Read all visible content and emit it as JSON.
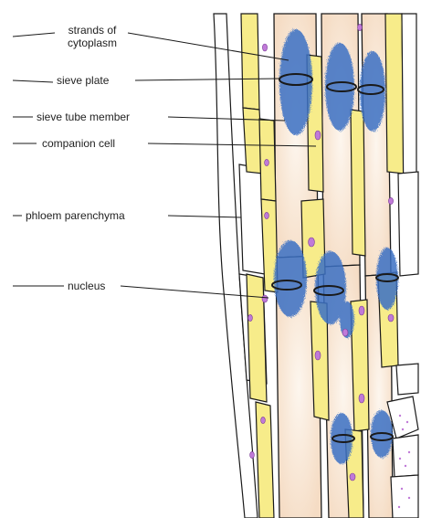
{
  "labels": {
    "strands_of_cytoplasm": "strands of cytoplasm",
    "sieve_plate": "sieve plate",
    "sieve_tube_member": "sieve tube member",
    "companion_cell": "companion cell",
    "phloem_parenchyma": "phloem parenchyma",
    "nucleus": "nucleus"
  },
  "colors": {
    "companion_cell_fill": "#f7ec8a",
    "sieve_tube_fill": "#fbeee3",
    "cytoplasm_blue": "#3a6fc4",
    "nucleus_purple": "#c07ad8",
    "outline": "#1a1a1a"
  }
}
